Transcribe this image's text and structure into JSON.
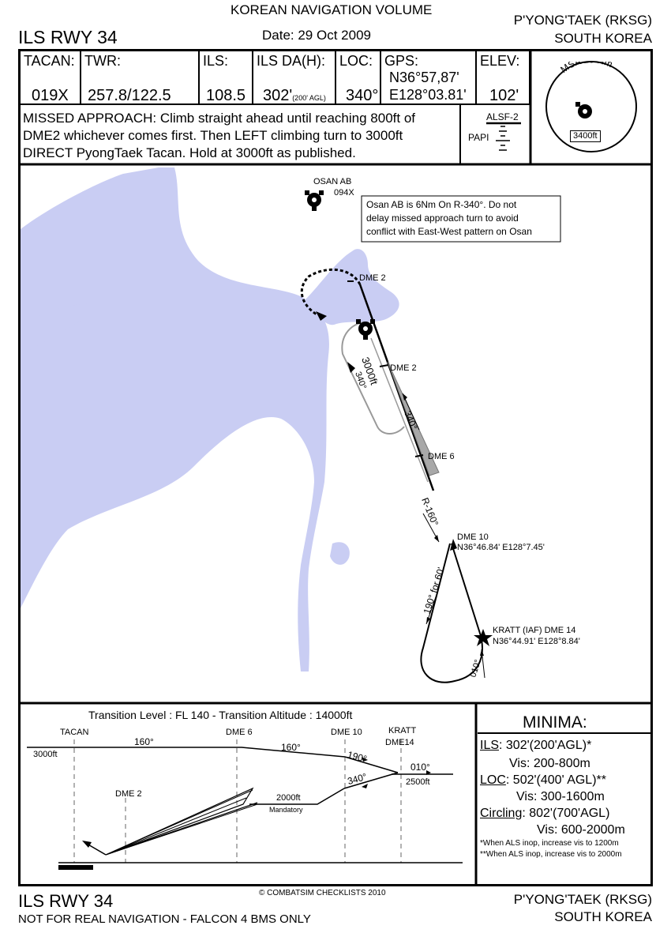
{
  "header": {
    "volume": "KOREAN NAVIGATION VOLUME",
    "title": "ILS RWY 34",
    "date": "Date: 29 Oct 2009",
    "airport": "P'YONG'TAEK (RKSG)",
    "country": "SOUTH KOREA"
  },
  "info": {
    "tacan_label": "TACAN:",
    "tacan_value": "019X",
    "twr_label": "TWR:",
    "twr_value": "257.8/122.5",
    "ils_label": "ILS:",
    "ils_value": "108.5",
    "da_label": "ILS DA(H):",
    "da_value": "302'",
    "da_agl": "(200' AGL)",
    "loc_label": "LOC:",
    "loc_value": "340°",
    "gps_label": "GPS:",
    "gps_lat": "N36°57,87'",
    "gps_lon": "E128°03.81'",
    "elev_label": "ELEV:",
    "elev_value": "102'"
  },
  "msa": {
    "label": "MSA 25 Nm",
    "altitude": "3400ft"
  },
  "missed_approach": {
    "line1": "MISSED APPROACH: Climb straight ahead until reaching 800ft of",
    "line2": "DME2 whichever comes first. Then LEFT climbing turn to 3000ft",
    "line3": "DIRECT PyongTaek Tacan. Hold at 3000ft as published."
  },
  "lighting": {
    "als": "ALSF-2",
    "papi": "PAPI"
  },
  "plan": {
    "osan_name": "OSAN AB",
    "osan_freq": "094X",
    "note_line1": "Osan AB is 6Nm On R-340°. Do not",
    "note_line2": "delay missed approach turn to avoid",
    "note_line3": "conflict with East-West pattern on Osan",
    "dme2_missed": "DME 2",
    "dme2": "DME 2",
    "hold_alt": "3000ft",
    "hold_course": "340°",
    "course_340": "340°",
    "dme6": "DME 6",
    "radial": "R-160°",
    "dme10": "DME 10",
    "dme10_coord": "N36°46.84' E128°7.45'",
    "outbound": "190° for 60'",
    "kratt": "KRATT (IAF) DME 14",
    "kratt_coord": "N36°44.91' E128°8.84'",
    "inbound": "010°"
  },
  "profile": {
    "transition": "Transition Level : FL 140  -  Transition Altitude : 14000ft",
    "tacan": "TACAN",
    "dme6": "DME 6",
    "dme10": "DME 10",
    "kratt1": "KRATT",
    "kratt2": "DME14",
    "dme2": "DME 2",
    "alt3000": "3000ft",
    "c160a": "160°",
    "c160b": "160°",
    "c190": "190°",
    "c340": "340°",
    "c010": "010°",
    "alt2500": "2500ft",
    "alt2000": "2000ft",
    "mandatory": "Mandatory"
  },
  "minima": {
    "title": "MINIMA:",
    "ils_key": "ILS",
    "ils_val": ": 302'(200'AGL)*",
    "ils_vis": "Vis: 200-800m",
    "loc_key": "LOC",
    "loc_val": ": 502'(400' AGL)**",
    "loc_vis": "Vis: 300-1600m",
    "circ_key": "Circling",
    "circ_val": ": 802'(700'AGL)",
    "circ_vis": "Vis: 600-2000m",
    "note1": "*When ALS inop, increase vis to 1200m",
    "note2": "**When ALS inop, increase vis to 2000m"
  },
  "footer": {
    "copyright": "© COMBATSIM CHECKLISTS 2010",
    "title": "ILS RWY 34",
    "disclaimer": "NOT FOR REAL NAVIGATION - FALCON 4 BMS ONLY",
    "airport": "P'YONG'TAEK (RKSG)",
    "country": "SOUTH KOREA"
  },
  "colors": {
    "water": "#c9cdf3",
    "ink": "#000000",
    "hold": "#999999",
    "cone": "#a8a8a8"
  }
}
